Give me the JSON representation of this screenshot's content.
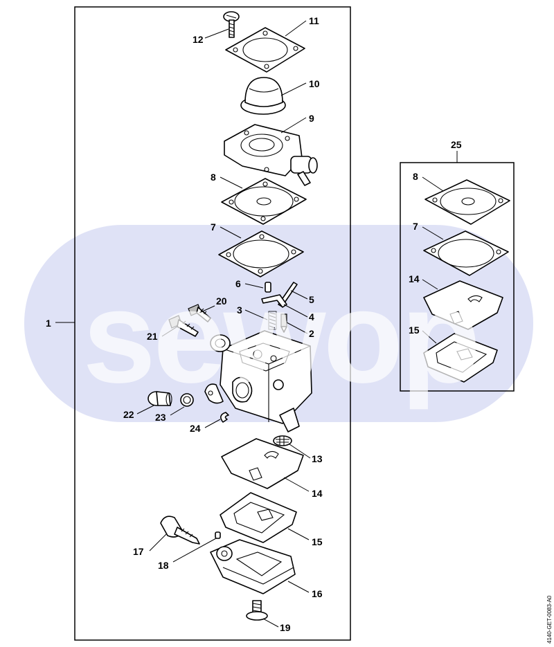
{
  "watermark": {
    "text": "sewop",
    "band_color": "#dfe2f6"
  },
  "document_code": "4140-GET-0083-A0",
  "kit_label": "25",
  "assembly_label": "1",
  "labels": {
    "p2": "2",
    "p3": "3",
    "p4": "4",
    "p5": "5",
    "p6": "6",
    "p7": "7",
    "p8": "8",
    "p9": "9",
    "p10": "10",
    "p11": "11",
    "p12": "12",
    "p13": "13",
    "p14": "14",
    "p15": "15",
    "p16": "16",
    "p17": "17",
    "p18": "18",
    "p19": "19",
    "p20": "20",
    "p21": "21",
    "p22": "22",
    "p23": "23",
    "p24": "24",
    "k8": "8",
    "k7": "7",
    "k14": "14",
    "k15": "15"
  }
}
